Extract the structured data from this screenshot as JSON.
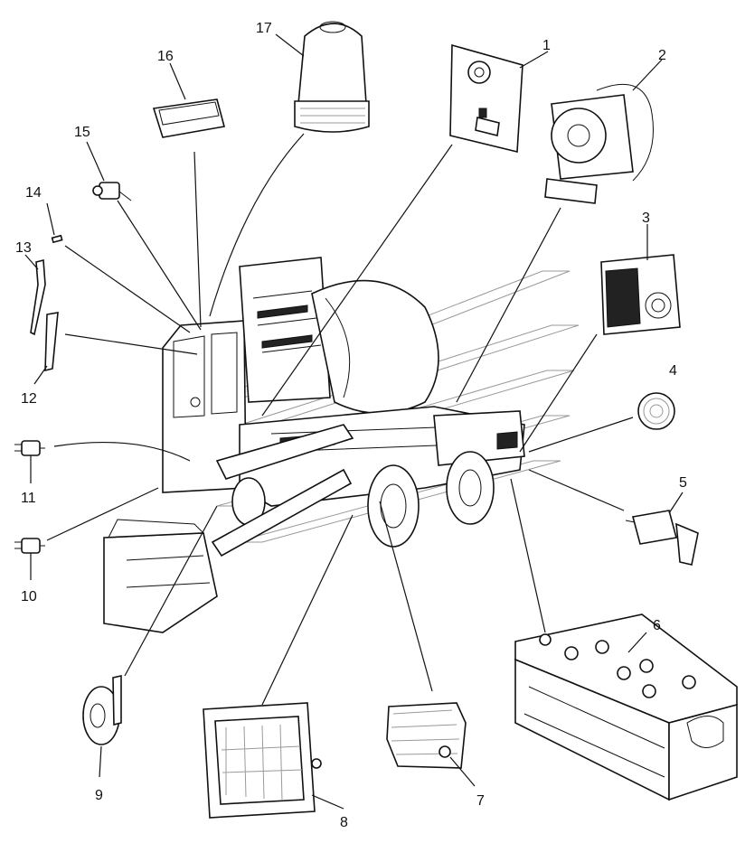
{
  "diagram": {
    "callouts": [
      {
        "id": "1",
        "label": "1"
      },
      {
        "id": "2",
        "label": "2"
      },
      {
        "id": "3",
        "label": "3"
      },
      {
        "id": "4",
        "label": "4"
      },
      {
        "id": "5",
        "label": "5"
      },
      {
        "id": "6",
        "label": "6"
      },
      {
        "id": "7",
        "label": "7"
      },
      {
        "id": "8",
        "label": "8"
      },
      {
        "id": "9",
        "label": "9"
      },
      {
        "id": "10",
        "label": "10"
      },
      {
        "id": "11",
        "label": "11"
      },
      {
        "id": "12",
        "label": "12"
      },
      {
        "id": "13",
        "label": "13"
      },
      {
        "id": "14",
        "label": "14"
      },
      {
        "id": "15",
        "label": "15"
      },
      {
        "id": "16",
        "label": "16"
      },
      {
        "id": "17",
        "label": "17"
      }
    ],
    "colors": {
      "ink": "#111111",
      "background": "#ffffff",
      "watermark": "#b0b0b0"
    }
  }
}
